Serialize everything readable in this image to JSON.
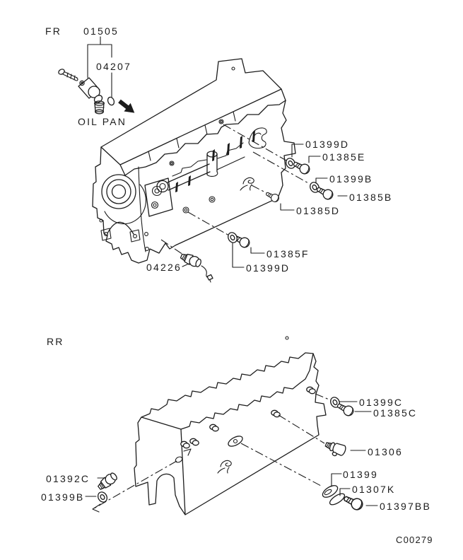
{
  "page": {
    "background": "#ffffff",
    "ink": "#1c1c1c",
    "drawing_code": "C00279"
  },
  "fr": {
    "view_label": "FR",
    "caption": "OIL PAN",
    "labels": [
      {
        "part": "01505"
      },
      {
        "part": "04207"
      },
      {
        "part": "01399D"
      },
      {
        "part": "01385E"
      },
      {
        "part": "01399B"
      },
      {
        "part": "01385B"
      },
      {
        "part": "01385D"
      },
      {
        "part": "01385F"
      },
      {
        "part": "01399D"
      },
      {
        "part": "04226"
      }
    ]
  },
  "rr": {
    "view_label": "RR",
    "labels": [
      {
        "part": "01399C"
      },
      {
        "part": "01385C"
      },
      {
        "part": "01306"
      },
      {
        "part": "01399"
      },
      {
        "part": "01307K"
      },
      {
        "part": "01397BB"
      },
      {
        "part": "01392C"
      },
      {
        "part": "01399B"
      }
    ]
  }
}
